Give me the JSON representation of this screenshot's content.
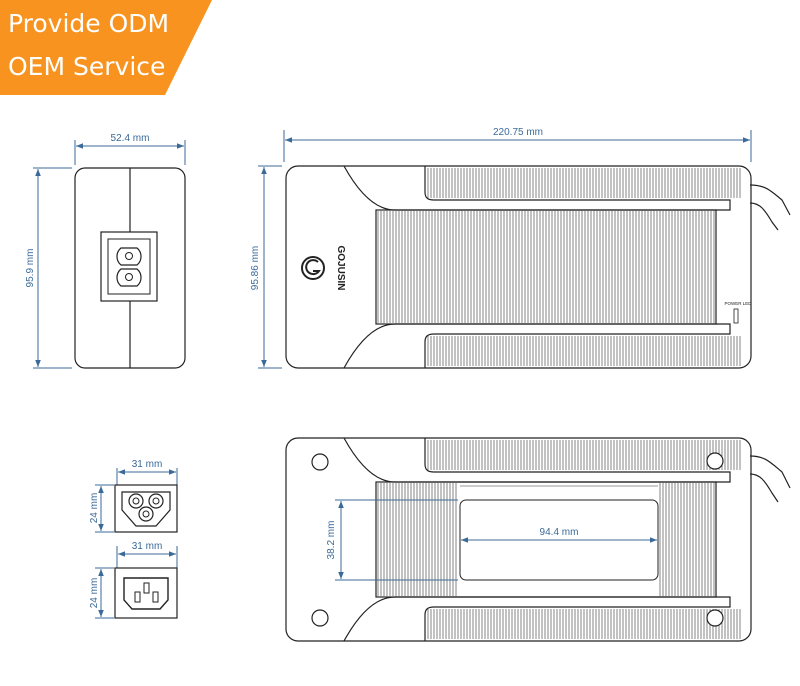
{
  "banner": {
    "line1": "Provide ODM",
    "line2": "OEM Service",
    "color": "#f7931e"
  },
  "brand": "GOJUSIN",
  "power_led_label": "POWER LED",
  "dimensions": {
    "front_width": "52.4 mm",
    "front_height": "95.9 mm",
    "top_length": "220.75 mm",
    "top_height": "95.86 mm",
    "c5_width": "31 mm",
    "c5_height": "24 mm",
    "c13_width": "31 mm",
    "c13_height": "24 mm",
    "label_height": "38.2 mm",
    "label_width": "94.4 mm"
  },
  "colors": {
    "dimension_line": "#3b6a98",
    "outline": "#222222"
  }
}
